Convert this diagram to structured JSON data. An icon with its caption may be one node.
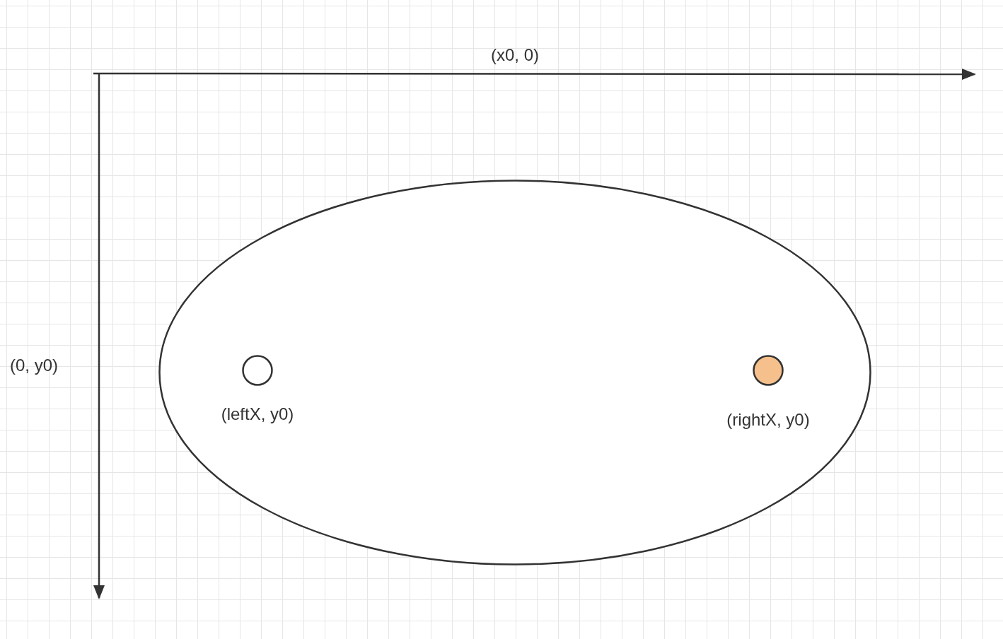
{
  "diagram": {
    "nodes": [
      {
        "text": [],
        "shape": "ellipse"
      },
      {
        "text": [],
        "shape": "circle",
        "in": 0,
        "beside": [
          "(leftX, y0)"
        ]
      },
      {
        "text": [],
        "shape": "circle",
        "in": 0,
        "beside": [
          "(rightX, y0)"
        ]
      }
    ],
    "labels": [
      "(x0, 0)",
      "(0, y0)"
    ]
  }
}
